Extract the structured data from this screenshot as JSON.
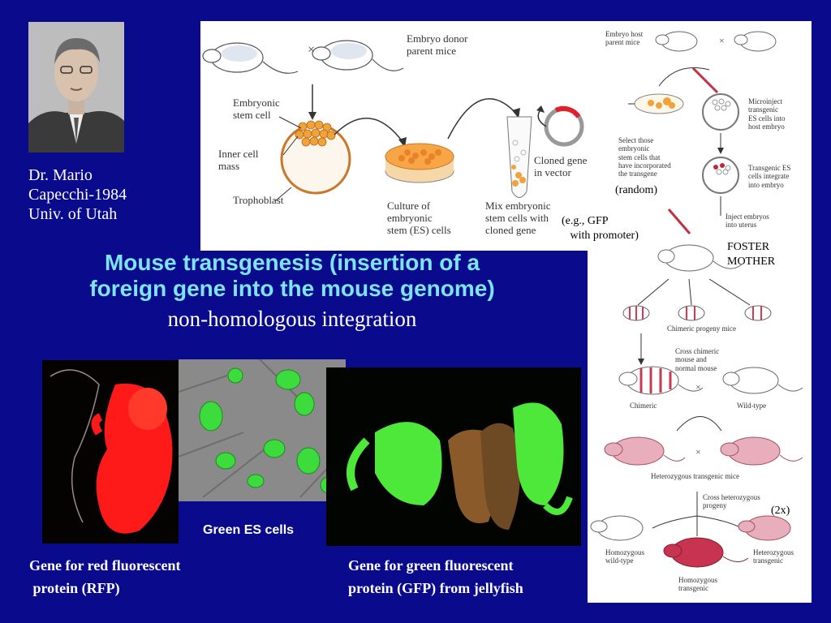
{
  "caption": {
    "line1": "Dr. Mario",
    "line2": "Capecchi-1984",
    "line3": "Univ. of Utah"
  },
  "figure1": {
    "donor_label": "Embryo donor\nparent mice",
    "cross_symbol": "×",
    "embryonic_stem_cell": "Embryonic\nstem cell",
    "inner_cell_mass": "Inner cell\nmass",
    "trophoblast": "Trophoblast",
    "culture": "Culture of\nembryonic\nstem (ES) cells",
    "mix": "Mix embryonic\nstem cells with\ncloned gene",
    "cloned_gene": "Cloned gene\nin vector"
  },
  "figure2": {
    "host_parent": "Embryo host\nparent mice",
    "cross_symbol": "×",
    "select": "Select those\nembryonic\nstem cells that\nhave incorporated\nthe transgene",
    "microinject": "Microinject\ntransgenic\nES cells into\nhost embryo",
    "integrate": "Transgenic ES\ncells integrate\ninto embryo",
    "inject": "Inject embryos\ninto uterus",
    "chimeric_progeny": "Chimeric progeny mice",
    "cross_chimeric": "Cross chimeric\nmouse and\nnormal mouse",
    "chimeric": "Chimeric",
    "wild_type": "Wild-type",
    "heterozygous": "Heterozygous transgenic mice",
    "cross_het": "Cross heterozygous\nprogeny",
    "homo_wild": "Homozygous\nwild-type",
    "homo_trans": "Homozygous\ntransgenic",
    "het_trans": "Heterozygous\ntransgenic"
  },
  "annotations": {
    "random": "(random)",
    "gfp_note": "(e.g., GFP\n   with promoter)",
    "foster": "FOSTER\nMOTHER",
    "two_x": "(2x)"
  },
  "title": {
    "line1": "Mouse transgenesis (insertion of a",
    "line2": "foreign gene into the mouse genome)",
    "subtitle": "non-homologous integration"
  },
  "photos": {
    "es_label": "Green ES cells",
    "rfp_caption": "Gene for red fluorescent\n protein (RFP)",
    "gfp_caption": "Gene for green fluorescent\nprotein (GFP) from jellyfish"
  },
  "colors": {
    "background": "#0a0a8c",
    "title": "#7de4f6",
    "rfp": "#ff1a1a",
    "gfp": "#3bf03b",
    "es_cells": "#f2a23a"
  }
}
